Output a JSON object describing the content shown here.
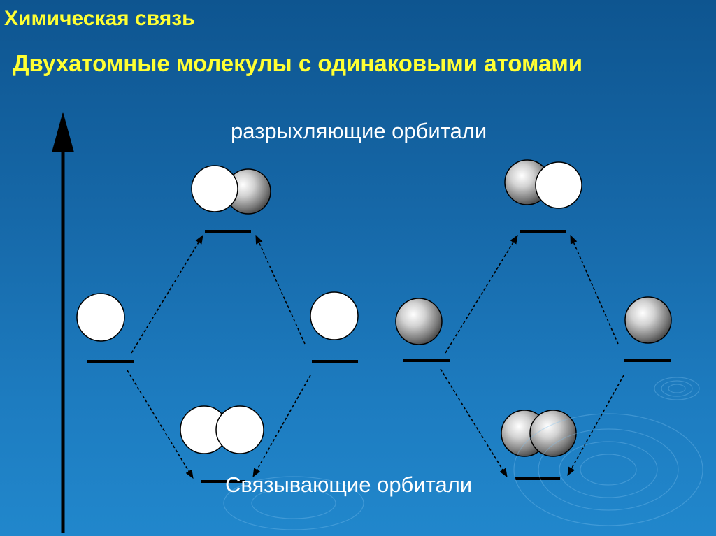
{
  "title": "Химическая связь",
  "subtitle": "Двухатомные молекулы с одинаковыми атомами",
  "labels": {
    "antibonding": "разрыхляющие орбитали",
    "bonding": "Связывающие орбитали"
  },
  "colors": {
    "background": "#1668a8",
    "title": "#ffff33",
    "label": "#ffffff",
    "lines": "#000000"
  }
}
